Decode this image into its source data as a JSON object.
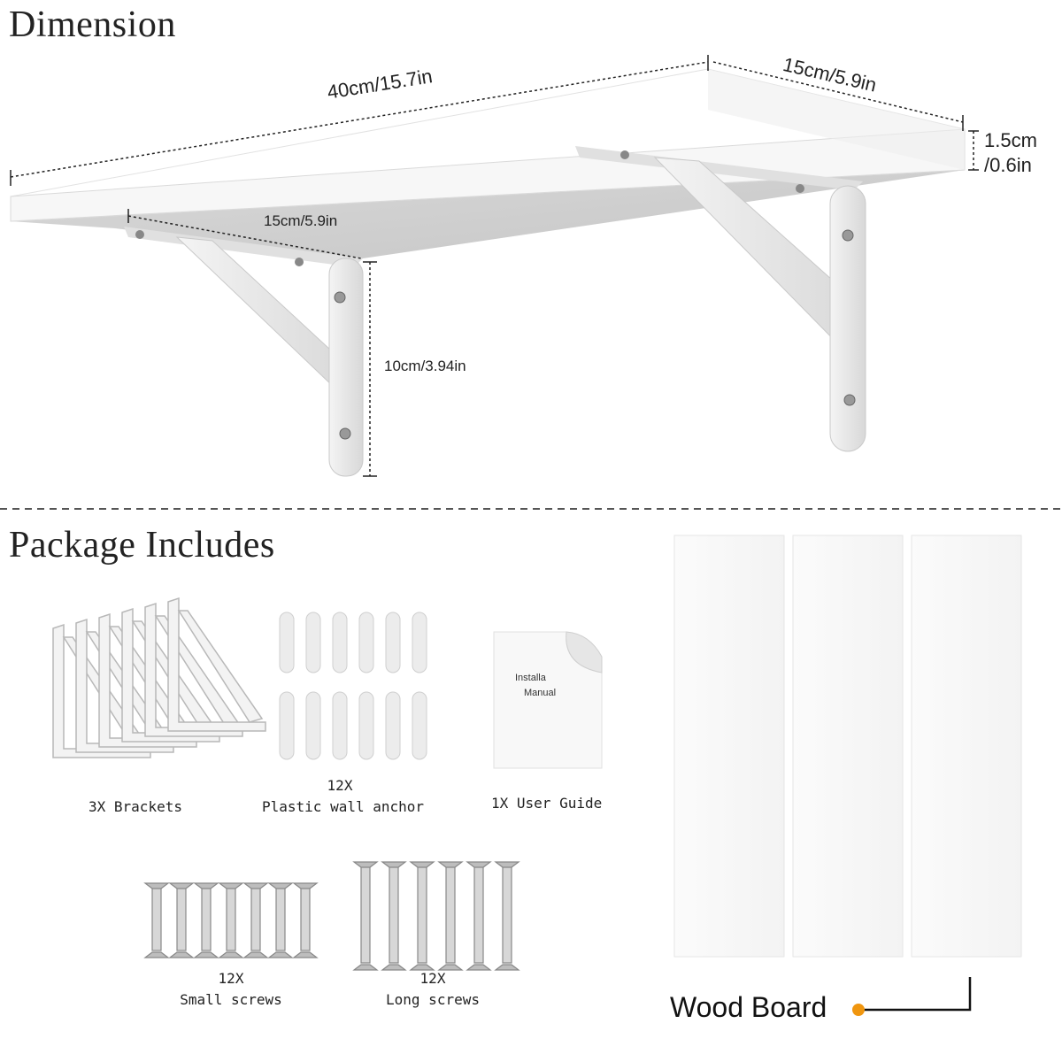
{
  "headings": {
    "dimension": "Dimension",
    "package": "Package Includes"
  },
  "dimensions": {
    "length": "40cm/15.7in",
    "depth_top": "15cm/5.9in",
    "thickness_line1": "1.5cm",
    "thickness_line2": "/0.6in",
    "bracket_arm": "15cm/5.9in",
    "bracket_height": "10cm/3.94in"
  },
  "package_items": {
    "brackets": {
      "qty": "3X",
      "label": "Brackets"
    },
    "anchors": {
      "qty": "12X",
      "label": "Plastic wall anchor"
    },
    "guide": {
      "qty": "1X",
      "label": "User Guide",
      "sheet_line1": "Installa",
      "sheet_line2": "Manual"
    },
    "small_screws": {
      "qty": "12X",
      "label": "Small screws"
    },
    "long_screws": {
      "qty": "12X",
      "label": "Long screws"
    },
    "wood_board": {
      "label": "Wood Board"
    }
  },
  "colors": {
    "accent": "#f0960f",
    "board": "#ffffff",
    "bracket": "#ececec",
    "divider": "#555555"
  }
}
